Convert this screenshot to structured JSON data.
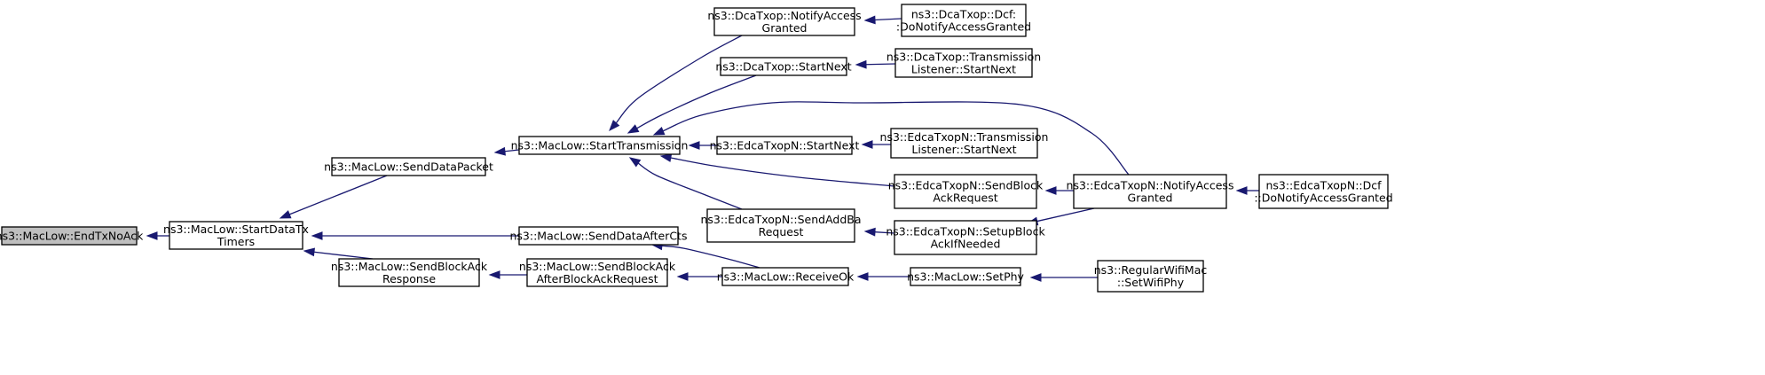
{
  "nodes": [
    {
      "id": "EndTxNoAck",
      "lines": [
        "ns3::MacLow::EndTxNoAck"
      ],
      "root": true
    },
    {
      "id": "StartDataTxTimers",
      "lines": [
        "ns3::MacLow::StartDataTx",
        "Timers"
      ]
    },
    {
      "id": "SendDataPacket",
      "lines": [
        "ns3::MacLow::SendDataPacket"
      ]
    },
    {
      "id": "SendBlockAckResponse",
      "lines": [
        "ns3::MacLow::SendBlockAck",
        "Response"
      ]
    },
    {
      "id": "StartTransmission",
      "lines": [
        "ns3::MacLow::StartTransmission"
      ]
    },
    {
      "id": "SendDataAfterCts",
      "lines": [
        "ns3::MacLow::SendDataAfterCts"
      ]
    },
    {
      "id": "SendBlockAckAfterBAR",
      "lines": [
        "ns3::MacLow::SendBlockAck",
        "AfterBlockAckRequest"
      ]
    },
    {
      "id": "DcaNotifyAccessGranted",
      "lines": [
        "ns3::DcaTxop::NotifyAccess",
        "Granted"
      ]
    },
    {
      "id": "DcaStartNext",
      "lines": [
        "ns3::DcaTxop::StartNext"
      ]
    },
    {
      "id": "EdcaStartNext",
      "lines": [
        "ns3::EdcaTxopN::StartNext"
      ]
    },
    {
      "id": "EdcaSendAddBaRequest",
      "lines": [
        "ns3::EdcaTxopN::SendAddBa",
        "Request"
      ]
    },
    {
      "id": "ReceiveOk",
      "lines": [
        "ns3::MacLow::ReceiveOk"
      ]
    },
    {
      "id": "DcaDcfDoNotify",
      "lines": [
        "ns3::DcaTxop::Dcf:",
        ":DoNotifyAccessGranted"
      ]
    },
    {
      "id": "DcaTLStartNext",
      "lines": [
        "ns3::DcaTxop::Transmission",
        "Listener::StartNext"
      ]
    },
    {
      "id": "EdcaTLStartNext",
      "lines": [
        "ns3::EdcaTxopN::Transmission",
        "Listener::StartNext"
      ]
    },
    {
      "id": "EdcaSendBlockAckRequest",
      "lines": [
        "ns3::EdcaTxopN::SendBlock",
        "AckRequest"
      ]
    },
    {
      "id": "EdcaSetupBlockAck",
      "lines": [
        "ns3::EdcaTxopN::SetupBlock",
        "AckIfNeeded"
      ]
    },
    {
      "id": "SetPhy",
      "lines": [
        "ns3::MacLow::SetPhy"
      ]
    },
    {
      "id": "EdcaNotifyAccessGranted",
      "lines": [
        "ns3::EdcaTxopN::NotifyAccess",
        "Granted"
      ]
    },
    {
      "id": "EdcaDcfDoNotify",
      "lines": [
        "ns3::EdcaTxopN::Dcf",
        "::DoNotifyAccessGranted"
      ]
    },
    {
      "id": "SetWifiPhy",
      "lines": [
        "ns3::RegularWifiMac",
        "::SetWifiPhy"
      ]
    }
  ],
  "edges": [
    {
      "from": "StartDataTxTimers",
      "to": "EndTxNoAck"
    },
    {
      "from": "SendDataPacket",
      "to": "StartDataTxTimers"
    },
    {
      "from": "SendDataAfterCts",
      "to": "StartDataTxTimers"
    },
    {
      "from": "SendBlockAckResponse",
      "to": "StartDataTxTimers"
    },
    {
      "from": "StartTransmission",
      "to": "SendDataPacket"
    },
    {
      "from": "SendBlockAckAfterBAR",
      "to": "SendBlockAckResponse"
    },
    {
      "from": "DcaNotifyAccessGranted",
      "to": "StartTransmission"
    },
    {
      "from": "DcaStartNext",
      "to": "StartTransmission"
    },
    {
      "from": "EdcaStartNext",
      "to": "StartTransmission"
    },
    {
      "from": "EdcaSendBlockAckRequest",
      "to": "StartTransmission"
    },
    {
      "from": "EdcaSendAddBaRequest",
      "to": "StartTransmission"
    },
    {
      "from": "EdcaNotifyAccessGranted",
      "to": "StartTransmission"
    },
    {
      "from": "ReceiveOk",
      "to": "SendDataAfterCts"
    },
    {
      "from": "ReceiveOk",
      "to": "SendBlockAckAfterBAR"
    },
    {
      "from": "DcaDcfDoNotify",
      "to": "DcaNotifyAccessGranted"
    },
    {
      "from": "DcaTLStartNext",
      "to": "DcaStartNext"
    },
    {
      "from": "EdcaTLStartNext",
      "to": "EdcaStartNext"
    },
    {
      "from": "EdcaNotifyAccessGranted",
      "to": "EdcaSendBlockAckRequest"
    },
    {
      "from": "EdcaSetupBlockAck",
      "to": "EdcaSendAddBaRequest"
    },
    {
      "from": "EdcaNotifyAccessGranted",
      "to": "EdcaSetupBlockAck"
    },
    {
      "from": "SetPhy",
      "to": "ReceiveOk"
    },
    {
      "from": "EdcaDcfDoNotify",
      "to": "EdcaNotifyAccessGranted"
    },
    {
      "from": "SetWifiPhy",
      "to": "SetPhy"
    }
  ]
}
